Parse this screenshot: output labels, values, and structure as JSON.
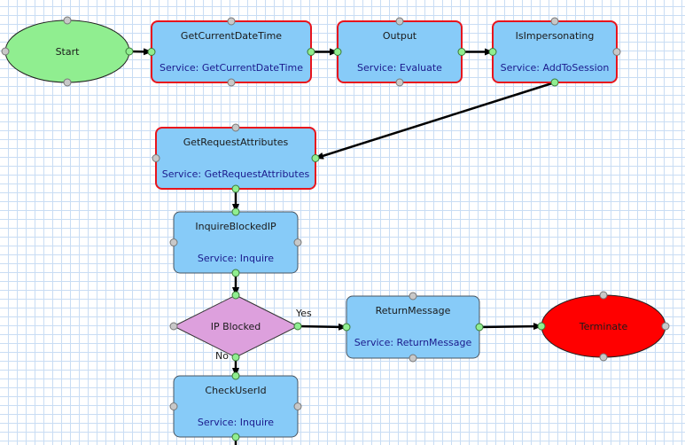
{
  "diagram": {
    "colors": {
      "task_fill": "#87cbf8",
      "task_border_selected": "#e8141c",
      "task_border": "#4a5560",
      "start_fill": "#90ee90",
      "terminate_fill": "#ff0000",
      "decision_fill": "#dda0dd",
      "port_connected": "#90ee90",
      "port_free": "#c8c8c8",
      "edge": "#000000"
    },
    "nodes": [
      {
        "id": "start",
        "type": "start",
        "label": "Start"
      },
      {
        "id": "getcurrentdatetime",
        "type": "task",
        "label": "GetCurrentDateTime",
        "service": "Service: GetCurrentDateTime",
        "selected": true
      },
      {
        "id": "output",
        "type": "task",
        "label": "Output",
        "service": "Service: Evaluate",
        "selected": true
      },
      {
        "id": "isimpersonating",
        "type": "task",
        "label": "IsImpersonating",
        "service": "Service: AddToSession",
        "selected": true
      },
      {
        "id": "getrequestattributes",
        "type": "task",
        "label": "GetRequestAttributes",
        "service": "Service: GetRequestAttributes",
        "selected": true
      },
      {
        "id": "inquireblockedip",
        "type": "task",
        "label": "InquireBlockedIP",
        "service": "Service: Inquire",
        "selected": false
      },
      {
        "id": "ipblocked",
        "type": "decision",
        "label": "IP Blocked"
      },
      {
        "id": "returnmessage",
        "type": "task",
        "label": "ReturnMessage",
        "service": "Service: ReturnMessage",
        "selected": false
      },
      {
        "id": "terminate",
        "type": "terminate",
        "label": "Terminate"
      },
      {
        "id": "checkuserid",
        "type": "task",
        "label": "CheckUserId",
        "service": "Service: Inquire",
        "selected": false
      }
    ],
    "edges": [
      {
        "from": "start",
        "to": "getcurrentdatetime",
        "label": ""
      },
      {
        "from": "getcurrentdatetime",
        "to": "output",
        "label": ""
      },
      {
        "from": "output",
        "to": "isimpersonating",
        "label": ""
      },
      {
        "from": "isimpersonating",
        "to": "getrequestattributes",
        "label": ""
      },
      {
        "from": "getrequestattributes",
        "to": "inquireblockedip",
        "label": ""
      },
      {
        "from": "inquireblockedip",
        "to": "ipblocked",
        "label": ""
      },
      {
        "from": "ipblocked",
        "to": "returnmessage",
        "label": "Yes"
      },
      {
        "from": "returnmessage",
        "to": "terminate",
        "label": ""
      },
      {
        "from": "ipblocked",
        "to": "checkuserid",
        "label": "No"
      },
      {
        "from": "checkuserid",
        "to": "",
        "label": ""
      }
    ]
  }
}
